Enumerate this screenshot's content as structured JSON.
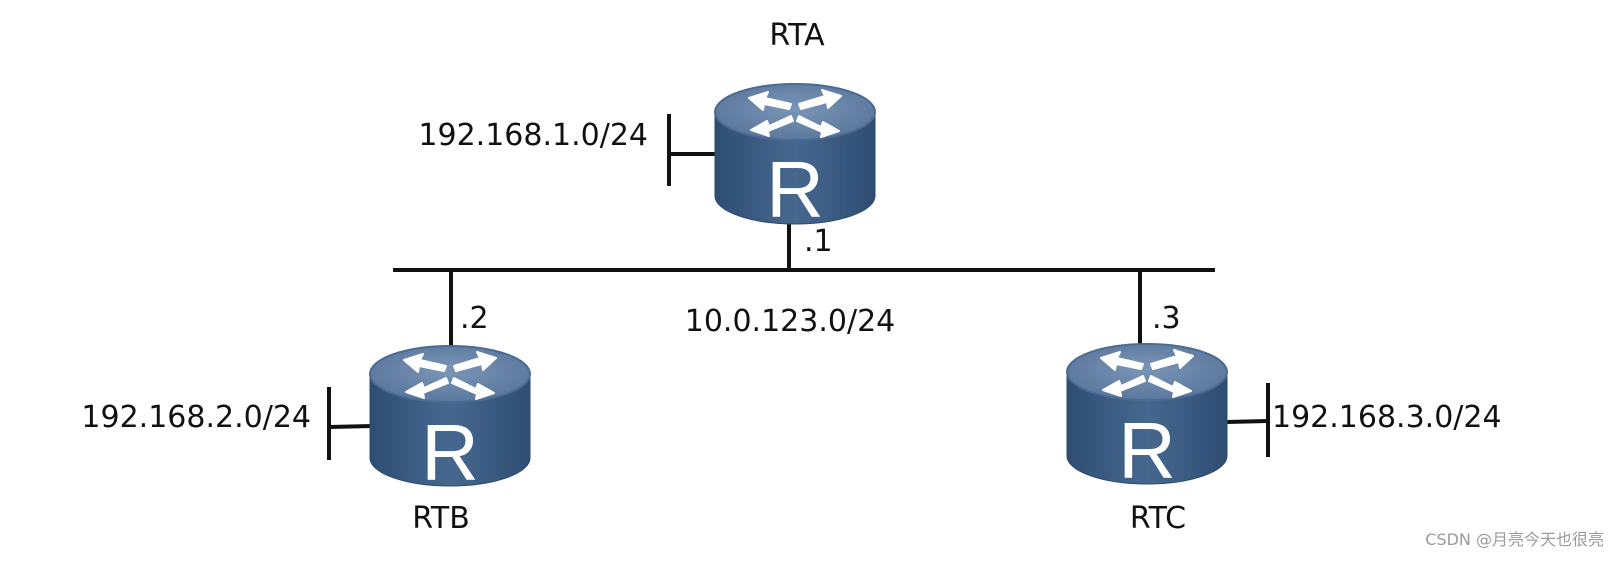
{
  "routers": [
    {
      "id": "rta",
      "name": "RTA",
      "glyph": "R",
      "interface": ".1",
      "lan": "192.168.1.0/24"
    },
    {
      "id": "rtb",
      "name": "RTB",
      "glyph": "R",
      "interface": ".2",
      "lan": "192.168.2.0/24"
    },
    {
      "id": "rtc",
      "name": "RTC",
      "glyph": "R",
      "interface": ".3",
      "lan": "192.168.3.0/24"
    }
  ],
  "shared_segment": "10.0.123.0/24",
  "watermark": "CSDN @月亮今天也很亮",
  "colors": {
    "router_top": "#6b86a8",
    "router_body": "#3f5f86",
    "router_edge": "#2e4a6d",
    "glyph": "#ffffff",
    "line": "#111111"
  }
}
